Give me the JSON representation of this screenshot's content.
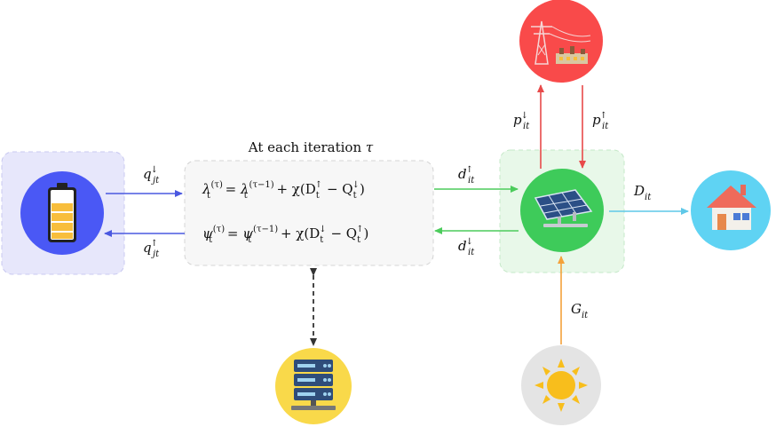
{
  "iteration_box": {
    "title_prefix": "At each iteration",
    "title_symbol": "τ",
    "eq1": {
      "lhs": "λ",
      "lhs_sub": "t",
      "lhs_sup": "(τ)",
      "rhs1": "λ",
      "rhs1_sub": "t",
      "rhs1_sup": "(τ−1)",
      "plus": "+ χ(D",
      "d_sub": "t",
      "d_sup": "↑",
      "minus": " − Q",
      "q_sub": "t",
      "q_sup": "↓",
      "close": ")"
    },
    "eq2": {
      "lhs": "ψ",
      "lhs_sub": "t",
      "lhs_sup": "(τ)",
      "rhs1": "ψ",
      "rhs1_sub": "t",
      "rhs1_sup": "(τ−1)",
      "plus": "+ χ(D",
      "d_sub": "t",
      "d_sup": "↓",
      "minus": " − Q",
      "q_sub": "t",
      "q_sup": "↑",
      "close": ")"
    }
  },
  "labels": {
    "q_down": {
      "base": "q",
      "sub": "jt",
      "sup": "↓"
    },
    "q_up": {
      "base": "q",
      "sub": "jt",
      "sup": "↑"
    },
    "d_up": {
      "base": "d",
      "sub": "it",
      "sup": "↑"
    },
    "d_down": {
      "base": "d",
      "sub": "it",
      "sup": "↓"
    },
    "p_down": {
      "base": "p",
      "sub": "it",
      "sup": "↓"
    },
    "p_up": {
      "base": "p",
      "sub": "it",
      "sup": "↑"
    },
    "D": {
      "base": "D",
      "sub": "it"
    },
    "G": {
      "base": "G",
      "sub": "it"
    }
  },
  "nodes": {
    "battery": {
      "icon": "battery-icon",
      "color": "#4a58f5"
    },
    "server": {
      "icon": "server-icon",
      "color": "#f9d94a"
    },
    "solar": {
      "icon": "solar-panel-icon",
      "color": "#3ecb5a"
    },
    "grid": {
      "icon": "power-grid-icon",
      "color": "#f94a4a"
    },
    "house": {
      "icon": "house-icon",
      "color": "#5fd3f3"
    },
    "sun": {
      "icon": "sun-icon",
      "color": "#e4e4e4"
    }
  },
  "colors": {
    "blue_arrow": "#4a58e0",
    "green_arrow": "#4ccc5c",
    "red_arrow": "#e84a4a",
    "cyan_arrow": "#5fc8e8",
    "orange_arrow": "#f4a23a",
    "dashed_arrow": "#333333"
  }
}
